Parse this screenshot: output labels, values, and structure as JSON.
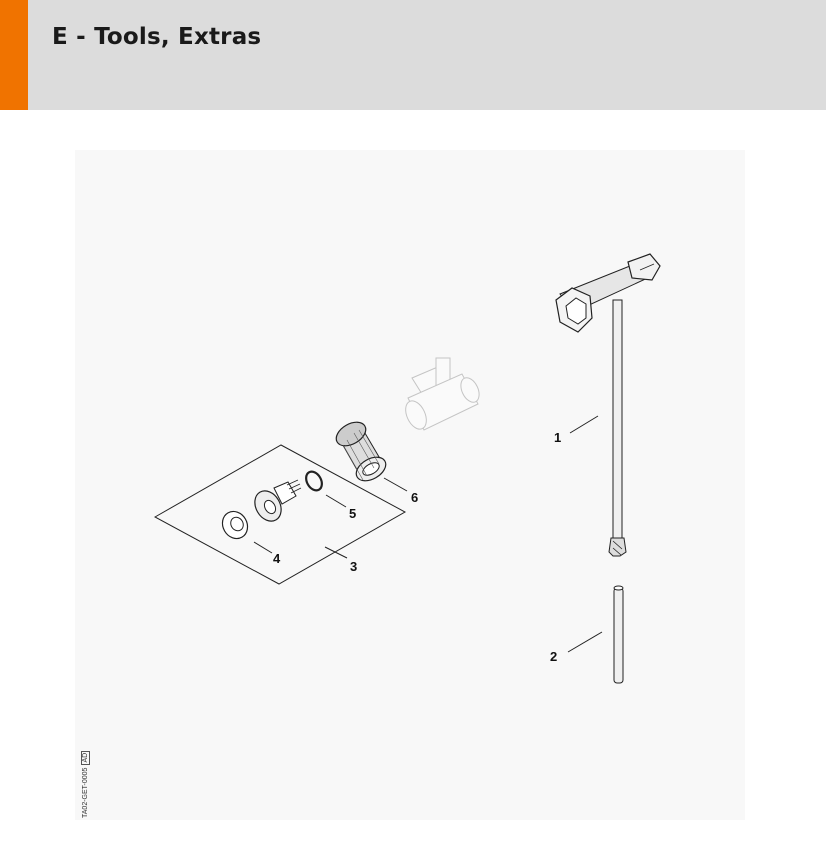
{
  "header": {
    "title": "E - Tools, Extras",
    "accent_color": "#f07300",
    "background_color": "#dcdcdc"
  },
  "diagram": {
    "callouts": [
      "1",
      "2",
      "3",
      "4",
      "5",
      "6"
    ],
    "reference_code": "TA02-GET-0005",
    "reference_box": "AD"
  }
}
